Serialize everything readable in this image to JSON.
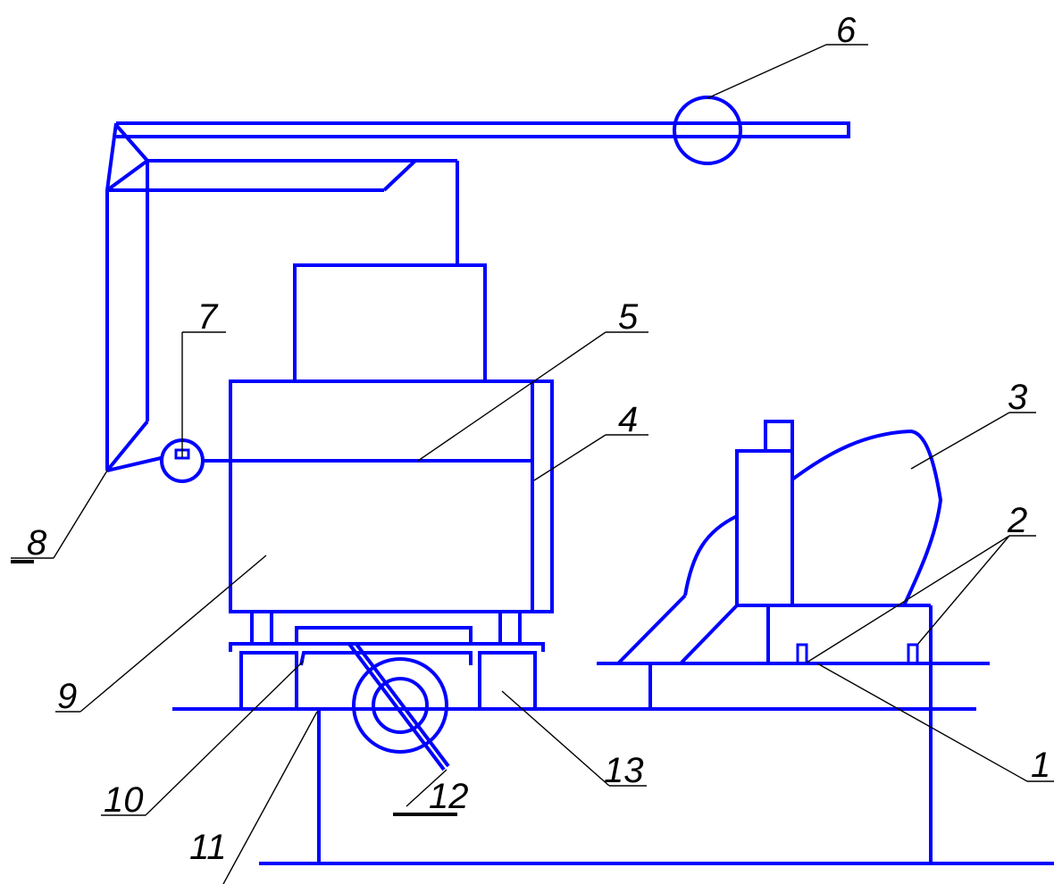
{
  "colors": {
    "figure": "#0000ff",
    "leaders": "#000000",
    "background": "#ffffff"
  },
  "callouts": {
    "c1": "1",
    "c2": "2",
    "c3": "3",
    "c4": "4",
    "c5": "5",
    "c6": "6",
    "c7": "7",
    "c8": "8",
    "c9": "9",
    "c10": "10",
    "c11": "11",
    "c12": "12",
    "c13": "13"
  }
}
